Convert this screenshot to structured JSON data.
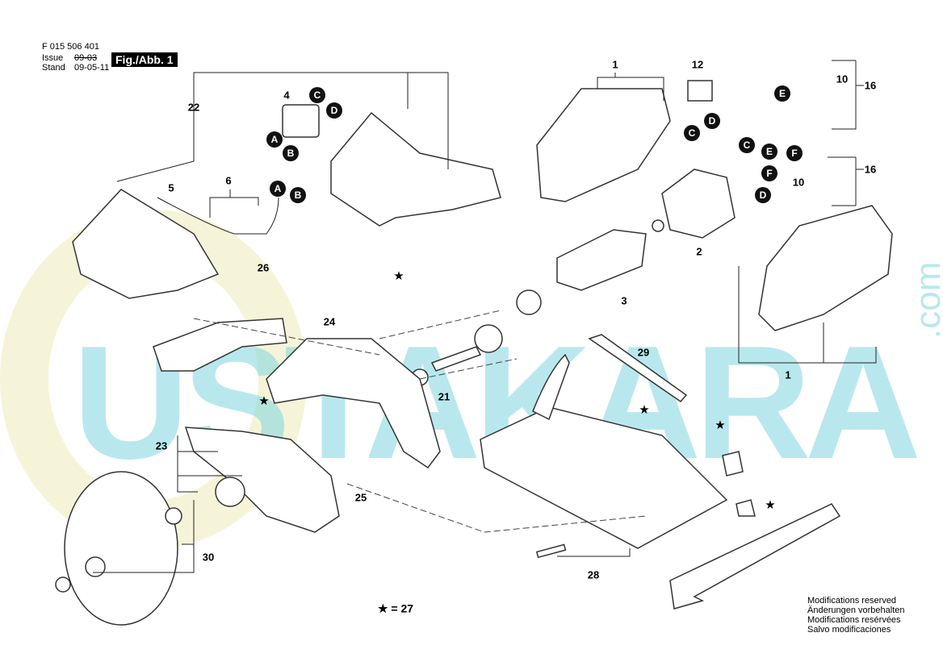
{
  "header": {
    "part_number": "F 015 506 401",
    "issue_label": "Issue",
    "issue_value": "09-03",
    "stand_label": "Stand",
    "stand_value": "09-05-11",
    "figure": "Fig./Abb. 1"
  },
  "callouts": [
    "22",
    "4",
    "C",
    "D",
    "A",
    "B",
    "5",
    "6",
    "A",
    "B",
    "1",
    "12",
    "C",
    "D",
    "10",
    "16",
    "E",
    "C",
    "E",
    "F",
    "D",
    "F",
    "10",
    "16",
    "2",
    "3",
    "26",
    "24",
    "29",
    "21",
    "1",
    "23",
    "25",
    "30",
    "28"
  ],
  "star_symbol": "★",
  "legend": "★ = 27",
  "footer": {
    "lines": [
      "Modifications reserved",
      "Änderungen vorbehalten",
      "Modifications resérvées",
      "Salvo modificaciones"
    ]
  },
  "watermark": {
    "text": "USTAKARA",
    "com": ".com"
  },
  "colors": {
    "watermark_cyan": "#7fd6e0",
    "watermark_yellow": "#f2f0c8"
  }
}
